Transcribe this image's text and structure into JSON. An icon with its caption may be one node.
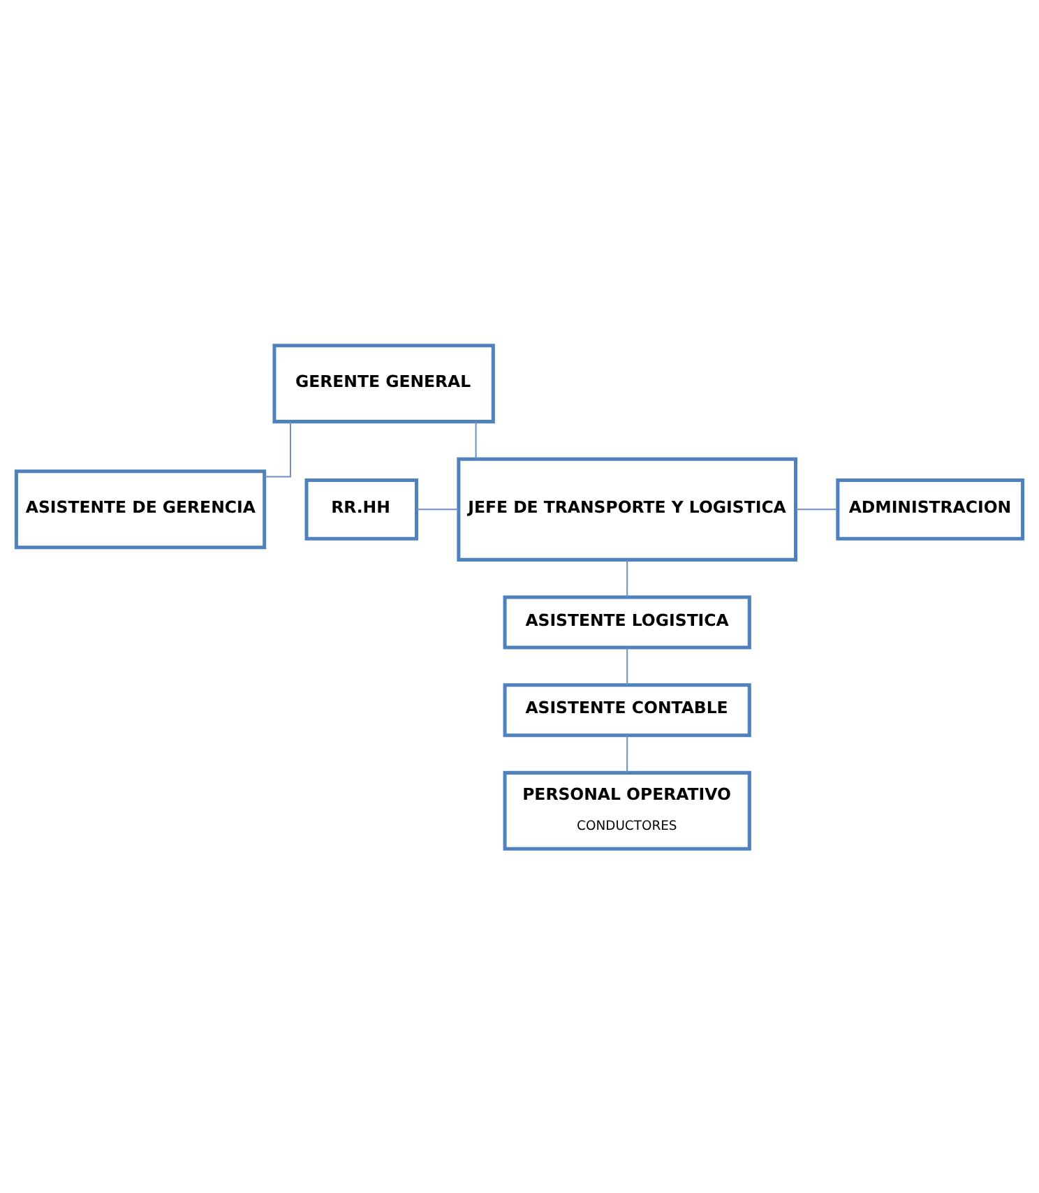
{
  "diagram": {
    "nodes": [
      {
        "text": [
          "GERENTE GENERAL"
        ]
      },
      {
        "text": [
          "ASISTENTE DE GERENCIA"
        ]
      },
      {
        "text": [
          "RR.HH"
        ]
      },
      {
        "text": [
          "JEFE DE TRANSPORTE Y LOGISTICA"
        ]
      },
      {
        "text": [
          "ADMINISTRACION"
        ]
      },
      {
        "text": [
          "ASISTENTE LOGISTICA"
        ]
      },
      {
        "text": [
          "ASISTENTE CONTABLE"
        ]
      },
      {
        "text": [
          "PERSONAL OPERATIVO",
          "CONDUCTORES"
        ]
      }
    ],
    "edges": [
      {
        "from": 0,
        "to": 3,
        "arrow": "none"
      },
      {
        "from": 0,
        "to": 1,
        "arrow": "none"
      },
      {
        "from": 2,
        "to": 3,
        "arrow": "none"
      },
      {
        "from": 3,
        "to": 4,
        "arrow": "none"
      },
      {
        "from": 3,
        "to": 5,
        "arrow": "none"
      },
      {
        "from": 5,
        "to": 6,
        "arrow": "none"
      },
      {
        "from": 6,
        "to": 7,
        "arrow": "none"
      }
    ]
  }
}
